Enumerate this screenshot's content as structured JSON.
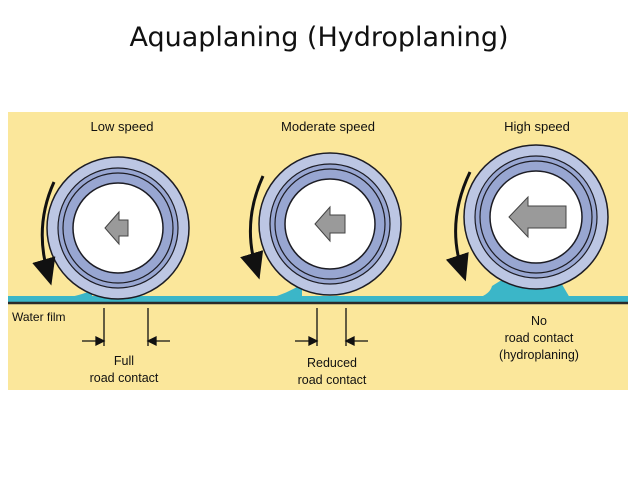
{
  "slide": {
    "title": "Aquaplaning (Hydroplaning)"
  },
  "colors": {
    "panel": "#fbe79b",
    "tire_outer": "#bcc6e3",
    "tire_ring": "#98a6d1",
    "tire_line": "#1c1c24",
    "hub": "#ffffff",
    "arrow": "#9a9a9a",
    "water": "#3bb6c8",
    "road": "#2a2a2a"
  },
  "diagram": {
    "labels": {
      "low_speed": "Low speed",
      "moderate_speed": "Moderate speed",
      "high_speed": "High speed",
      "water_film": "Water film",
      "full_line1": "Full",
      "full_line2": "road contact",
      "reduced_line1": "Reduced",
      "reduced_line2": "road contact",
      "no_line1": "No",
      "no_line2": "road contact",
      "no_line3": "(hydroplaning)"
    }
  }
}
